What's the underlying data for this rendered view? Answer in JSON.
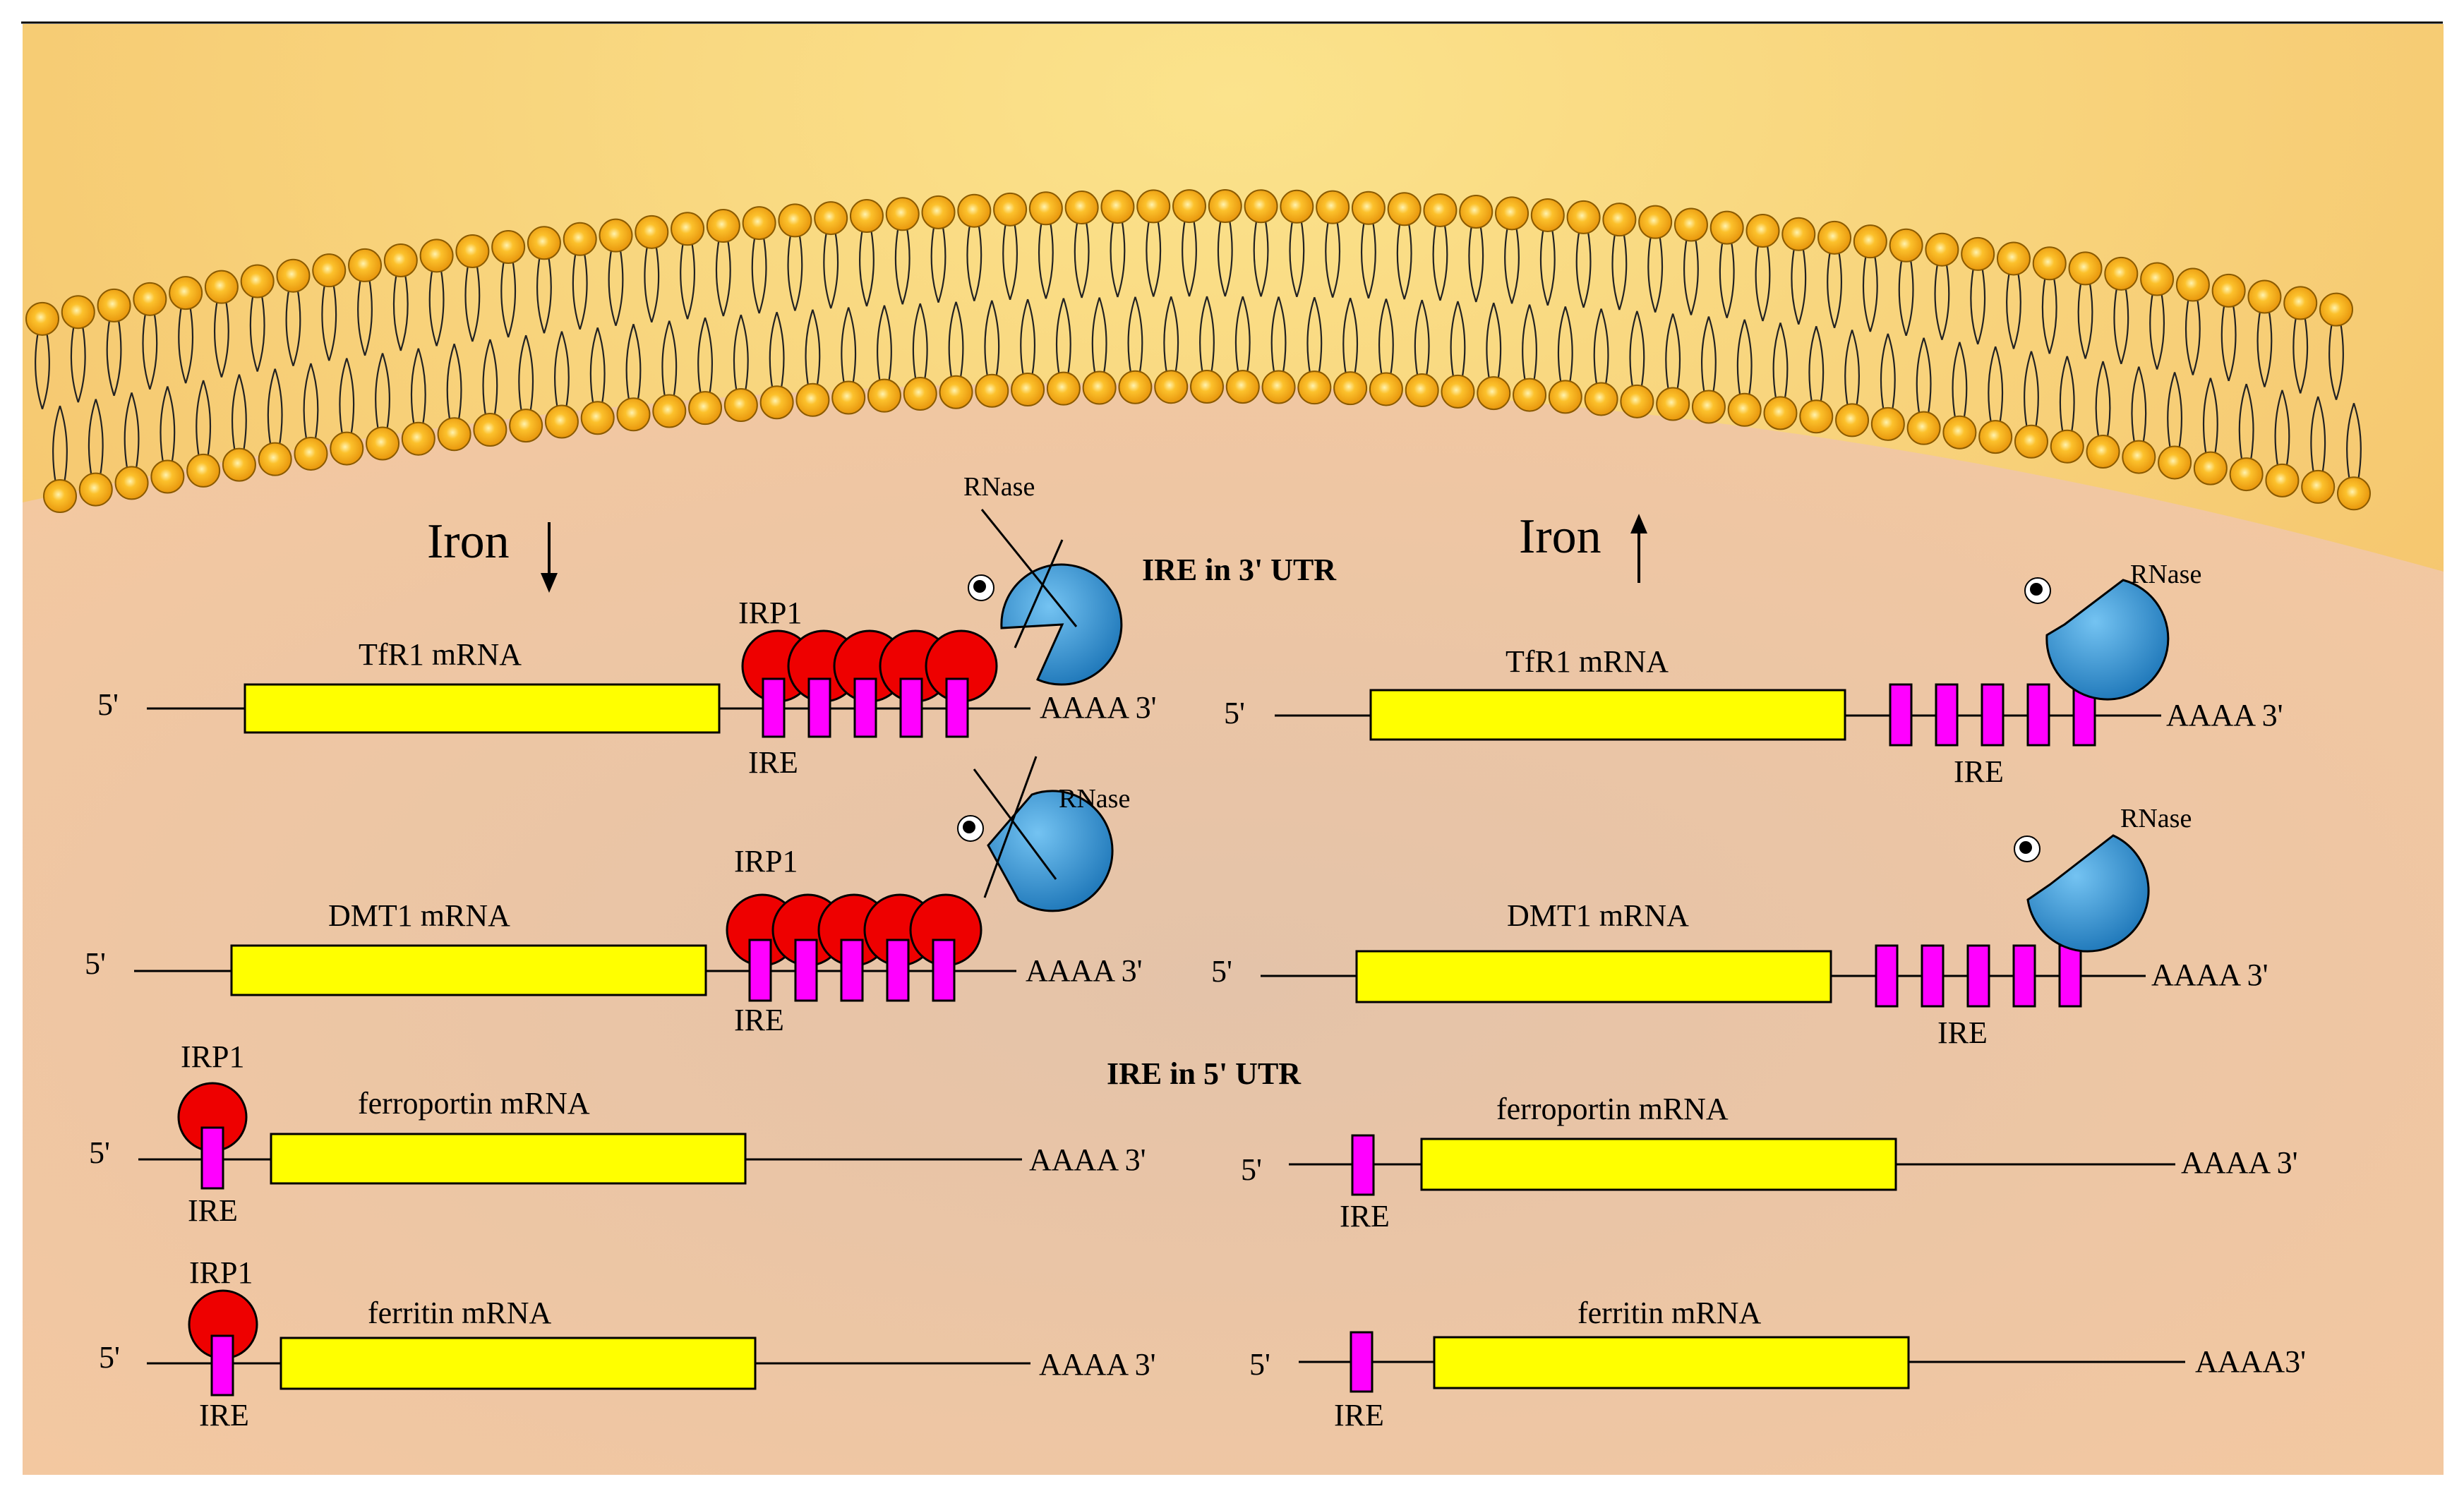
{
  "diagram": {
    "heading_3utr": "IRE in 3' UTR",
    "heading_5utr": "IRE  in 5' UTR",
    "left_condition": "Iron",
    "right_condition": "Iron",
    "colors": {
      "background_top": "#f8d77c",
      "cytoplasm": "#f0c7a0",
      "lipid_head": "#f2a91d",
      "coding_region": "#ffff00",
      "ire": "#ff00ff",
      "irp1": "#ee0000",
      "rnase": "#2f8fd0"
    },
    "icons": {
      "iron_low": "down-arrow-icon",
      "iron_high": "up-arrow-icon",
      "rnase": "pacman-icon",
      "irp1": "circle-icon",
      "ire": "rectangle-icon"
    },
    "labels": {
      "five_prime": "5'",
      "three_prime_tail": "AAAA 3'",
      "three_prime_tail_compact": "AAAA3'",
      "ire": "IRE",
      "irp1": "IRP1",
      "rnase": "RNase"
    },
    "panels": {
      "low_iron": [
        {
          "mrna": "TfR1  mRNA",
          "has_irp1": true,
          "rnase_blocked": true
        },
        {
          "mrna": "DMT1  mRNA",
          "has_irp1": true,
          "rnase_blocked": true
        },
        {
          "mrna": "ferroportin  mRNA",
          "has_irp1": true
        },
        {
          "mrna": "ferritin  mRNA",
          "has_irp1": true
        }
      ],
      "high_iron": [
        {
          "mrna": "TfR1  mRNA",
          "has_irp1": false,
          "rnase_blocked": false
        },
        {
          "mrna": "DMT1  mRNA",
          "has_irp1": false,
          "rnase_blocked": false
        },
        {
          "mrna": "ferroportin  mRNA",
          "has_irp1": false
        },
        {
          "mrna": "ferritin  mRNA",
          "has_irp1": false
        }
      ]
    }
  }
}
